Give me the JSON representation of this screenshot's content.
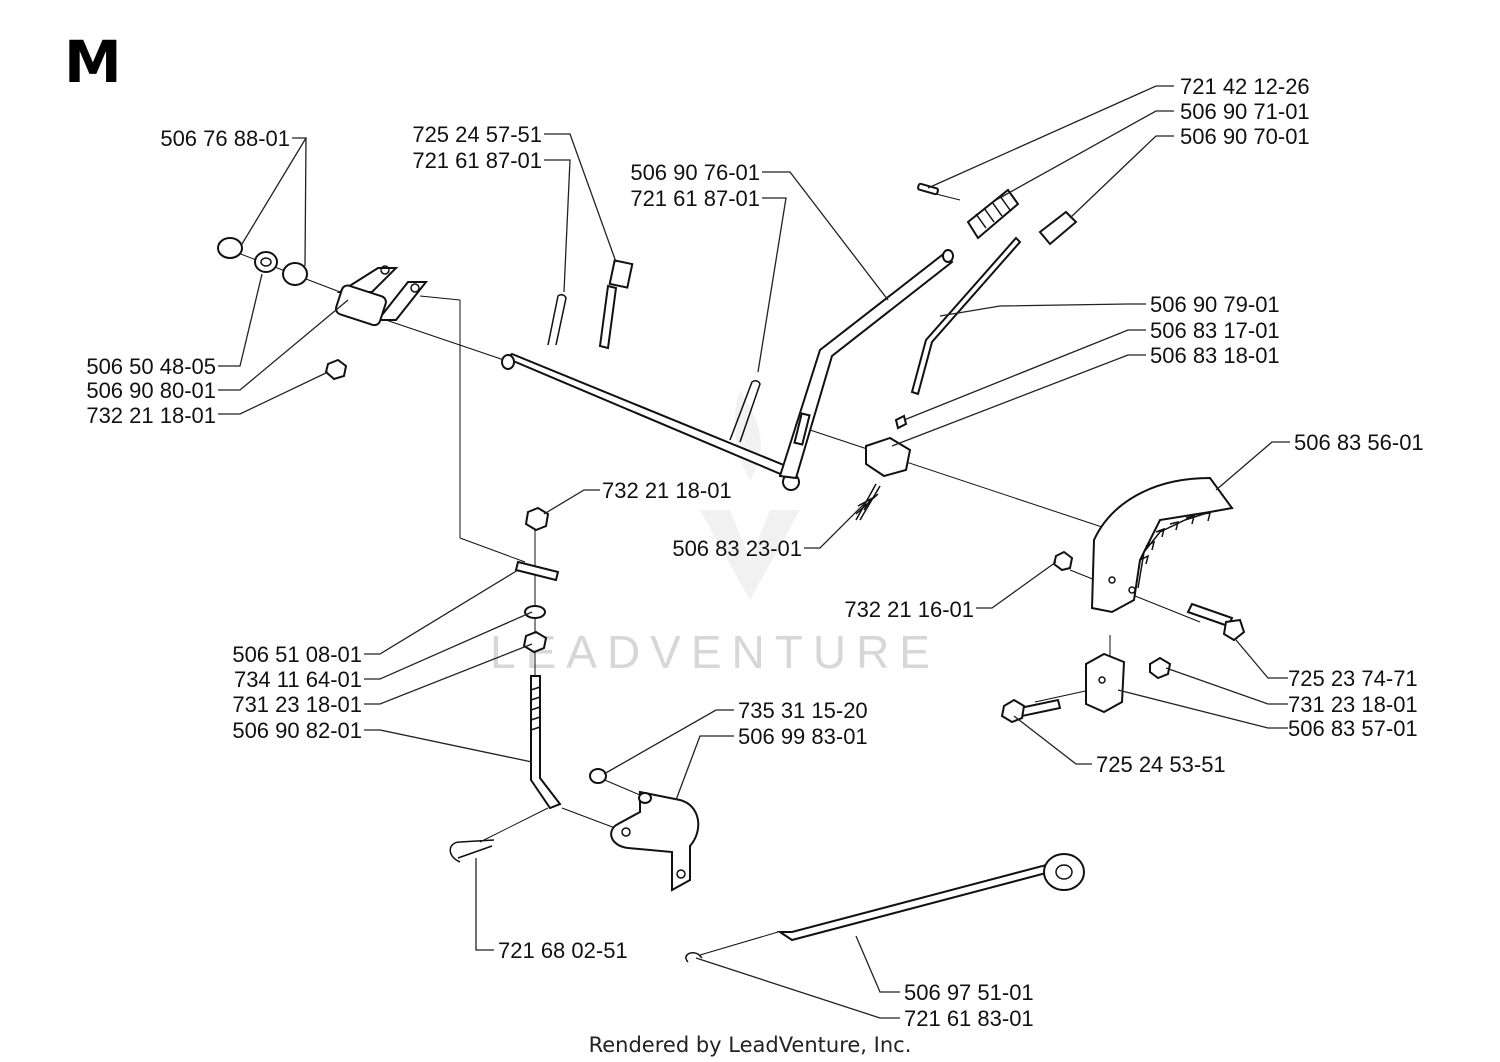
{
  "section_letter": "M",
  "watermark": "LEADVENTURE",
  "footer": "Rendered by LeadVenture, Inc.",
  "callouts": [
    "506 76 88-01",
    "506 50 48-05",
    "506 90 80-01",
    "732 21 18-01",
    "725 24 57-51",
    "721 61 87-01",
    "506 90 76-01",
    "721 61 87-01",
    "721 42 12-26",
    "506 90 71-01",
    "506 90 70-01",
    "506 90 79-01",
    "506 83 17-01",
    "506 83 18-01",
    "506 83 56-01",
    "732 21 18-01",
    "506 83 23-01",
    "732 21 16-01",
    "506 51 08-01",
    "734 11 64-01",
    "731 23 18-01",
    "506 90 82-01",
    "735 31 15-20",
    "506 99 83-01",
    "725 23 74-71",
    "731 23 18-01",
    "506 83 57-01",
    "725 24 53-51",
    "721 68 02-51",
    "506 97 51-01",
    "721 61 83-01"
  ]
}
